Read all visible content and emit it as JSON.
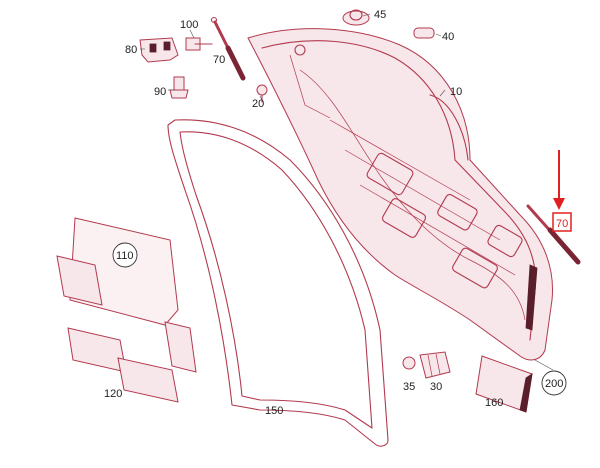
{
  "diagram": {
    "callouts": [
      {
        "id": "c100",
        "text": "100"
      },
      {
        "id": "c80",
        "text": "80"
      },
      {
        "id": "c70a",
        "text": "70"
      },
      {
        "id": "c90",
        "text": "90"
      },
      {
        "id": "c20",
        "text": "20"
      },
      {
        "id": "c45",
        "text": "45"
      },
      {
        "id": "c40",
        "text": "40"
      },
      {
        "id": "c10",
        "text": "10"
      },
      {
        "id": "c110",
        "text": "110"
      },
      {
        "id": "c120",
        "text": "120"
      },
      {
        "id": "c150",
        "text": "150"
      },
      {
        "id": "c35",
        "text": "35"
      },
      {
        "id": "c30",
        "text": "30"
      },
      {
        "id": "c160",
        "text": "160"
      },
      {
        "id": "c200",
        "text": "200"
      },
      {
        "id": "c70b",
        "text": "70"
      }
    ],
    "colors": {
      "line": "#b23a4e",
      "highlight": "#e02020",
      "label": "#222222"
    }
  }
}
